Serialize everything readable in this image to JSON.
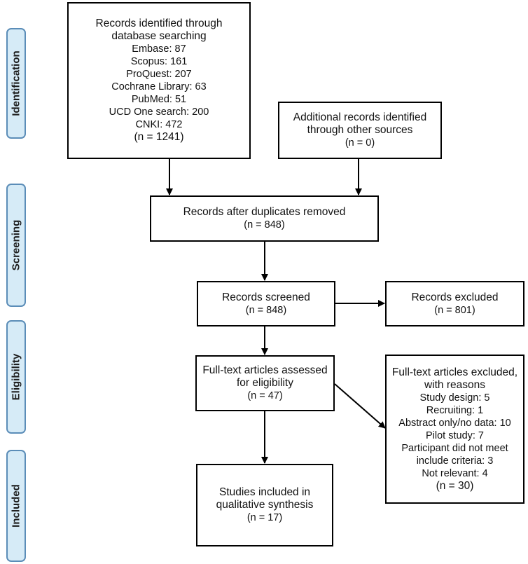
{
  "stages": {
    "identification": "Identification",
    "screening": "Screening",
    "eligibility": "Eligibility",
    "included": "Included"
  },
  "boxes": {
    "database_search": {
      "title": [
        "Records identified through",
        "database searching"
      ],
      "items": [
        "Embase: 87",
        "Scopus: 161",
        "ProQuest: 207",
        "Cochrane Library: 63",
        "PubMed: 51",
        "UCD One search: 200",
        "CNKI: 472"
      ],
      "count": "(n = 1241)"
    },
    "other_sources": {
      "lines": [
        "Additional records identified",
        "through other sources",
        "(n = 0)"
      ]
    },
    "duplicates_removed": {
      "lines": [
        "Records after duplicates removed",
        "(n = 848)"
      ]
    },
    "screened": {
      "lines": [
        "Records screened",
        "(n = 848)"
      ]
    },
    "excluded": {
      "lines": [
        "Records excluded",
        "(n = 801)"
      ]
    },
    "fulltext_assessed": {
      "lines": [
        "Full-text articles assessed",
        "for eligibility",
        "(n = 47)"
      ]
    },
    "fulltext_excluded": {
      "title": [
        "Full-text articles excluded,",
        "with reasons"
      ],
      "items": [
        "Study design: 5",
        "Recruiting: 1",
        "Abstract only/no data: 10",
        "Pilot study: 7",
        "Participant did not meet",
        "include criteria: 3",
        "Not relevant: 4"
      ],
      "count": "(n = 30)"
    },
    "included_synthesis": {
      "lines": [
        "Studies included in",
        "qualitative synthesis",
        "(n = 17)"
      ]
    }
  }
}
